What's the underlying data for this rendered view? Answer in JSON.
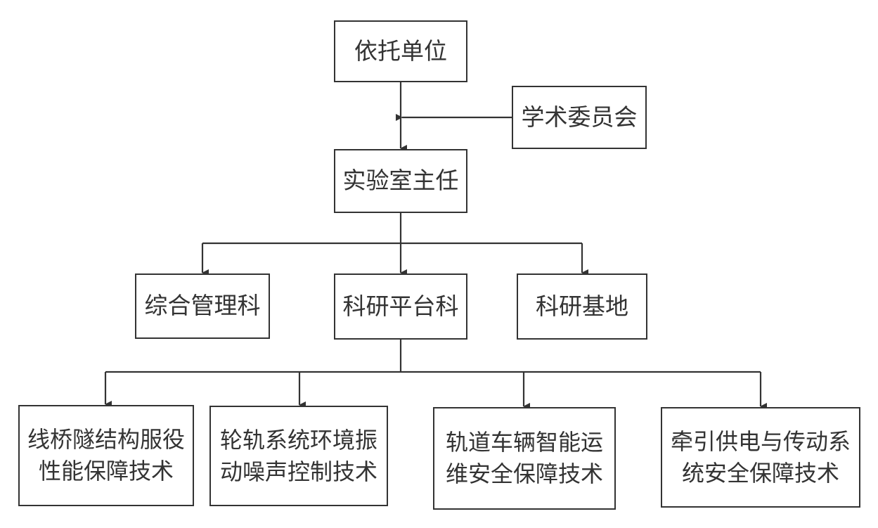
{
  "nodes": {
    "host_unit": "依托单位",
    "academic_committee": "学术委员会",
    "lab_director": "实验室主任",
    "general_admin": "综合管理科",
    "research_platform": "科研平台科",
    "research_base": "科研基地",
    "research_area_1": "线桥隧结构服役\n性能保障技术",
    "research_area_2": "轮轨系统环境振\n动噪声控制技术",
    "research_area_3": "轨道车辆智能运\n维安全保障技术",
    "research_area_4": "牵引供电与传动系\n统安全保障技术"
  }
}
